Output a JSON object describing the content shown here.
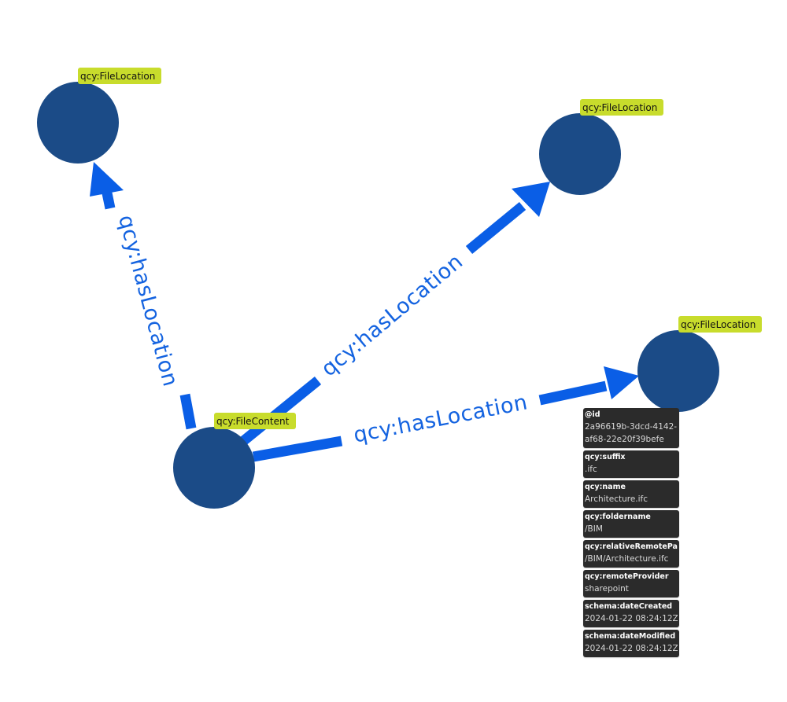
{
  "colors": {
    "node": "#1b4b87",
    "edge": "#0a5ee6",
    "edge_label": "#1463e0",
    "badge": "#c8dc2c",
    "panel": "#2b2b2b"
  },
  "nodes": [
    {
      "id": "n1",
      "type_label": "qcy:FileLocation"
    },
    {
      "id": "n2",
      "type_label": "qcy:FileLocation"
    },
    {
      "id": "n3",
      "type_label": "qcy:FileLocation"
    },
    {
      "id": "n4",
      "type_label": "qcy:FileContent"
    }
  ],
  "edges": [
    {
      "from": "n4",
      "to": "n1",
      "label": "qcy:hasLocation"
    },
    {
      "from": "n4",
      "to": "n2",
      "label": "qcy:hasLocation"
    },
    {
      "from": "n4",
      "to": "n3",
      "label": "qcy:hasLocation"
    }
  ],
  "properties": [
    {
      "key": "@id",
      "value": "2a96619b-3dcd-4142-af68-22e20f39befe"
    },
    {
      "key": "qcy:suffix",
      "value": ".ifc"
    },
    {
      "key": "qcy:name",
      "value": "Architecture.ifc"
    },
    {
      "key": "qcy:foldername",
      "value": "/BIM"
    },
    {
      "key": "qcy:relativeRemotePath",
      "value": "/BIM/Architecture.ifc"
    },
    {
      "key": "qcy:remoteProvider",
      "value": "sharepoint"
    },
    {
      "key": "schema:dateCreated",
      "value": "2024-01-22 08:24:12Z"
    },
    {
      "key": "schema:dateModified",
      "value": "2024-01-22 08:24:12Z"
    }
  ]
}
